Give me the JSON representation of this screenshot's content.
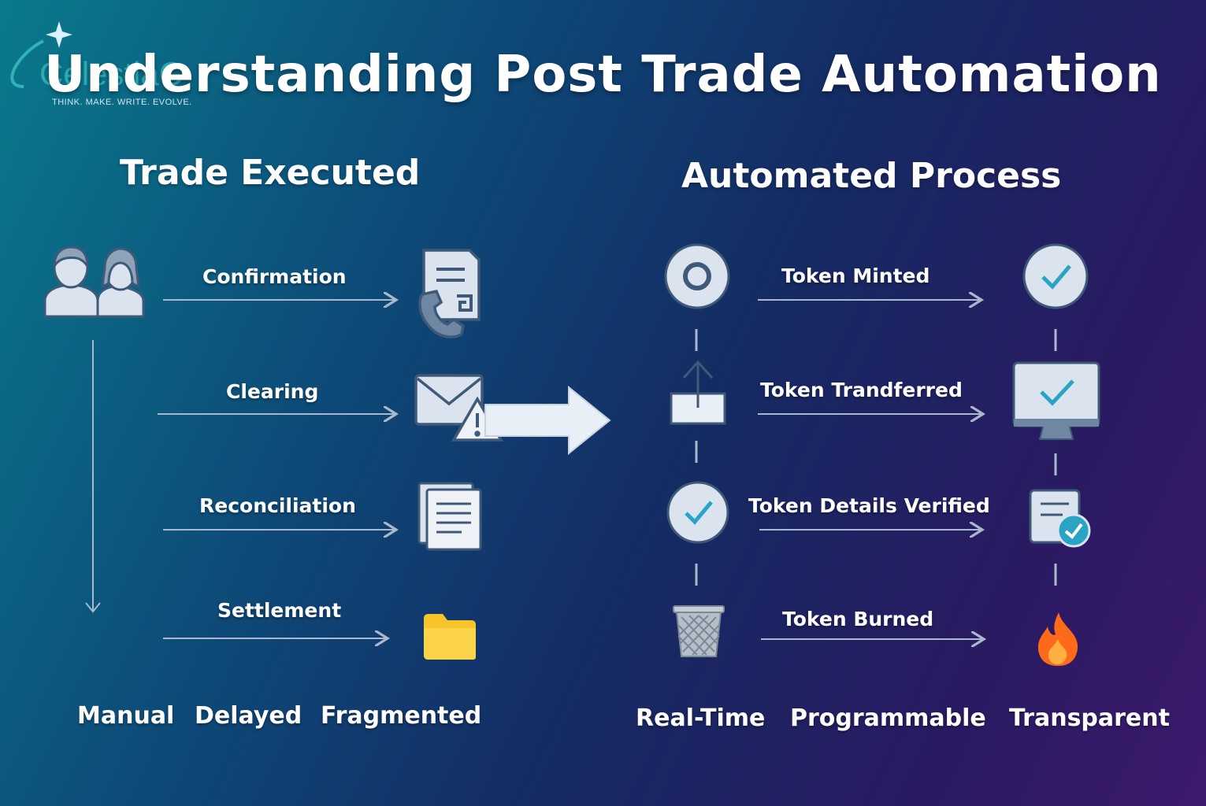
{
  "header": {
    "title": "Understanding Post Trade Automation",
    "logo_name": "CelestiaC",
    "logo_tagline": "THINK. MAKE. WRITE. EVOLVE."
  },
  "left": {
    "heading": "Trade Executed",
    "steps": [
      "Confirmation",
      "Clearing",
      "Reconciliation",
      "Settlement"
    ],
    "traits": [
      "Manual",
      "Delayed",
      "Fragmented"
    ]
  },
  "right": {
    "heading": "Automated Process",
    "steps": [
      "Token Minted",
      "Token Trandferred",
      "Token Details Verified",
      "Token Burned"
    ],
    "traits": [
      "Real-Time",
      "Programmable",
      "Transparent"
    ]
  },
  "icons": {
    "left_start": "users-icon",
    "left_ends": [
      "phone-document-icon",
      "mail-warning-icon",
      "documents-icon",
      "folder-icon"
    ],
    "transition": "big-arrow-icon",
    "right_starts": [
      "circle-icon",
      "upload-box-icon",
      "check-circle-icon",
      "trash-icon"
    ],
    "right_ends": [
      "check-circle-icon",
      "monitor-check-icon",
      "document-check-icon",
      "fire-icon"
    ]
  },
  "colors": {
    "icon_fill": "#dbe4ee",
    "icon_stroke": "#3f5a78",
    "check": "#2aa4c4",
    "folder": "#f7c42a",
    "fire": "#ff6a1a",
    "line": "#a9b8cc"
  }
}
